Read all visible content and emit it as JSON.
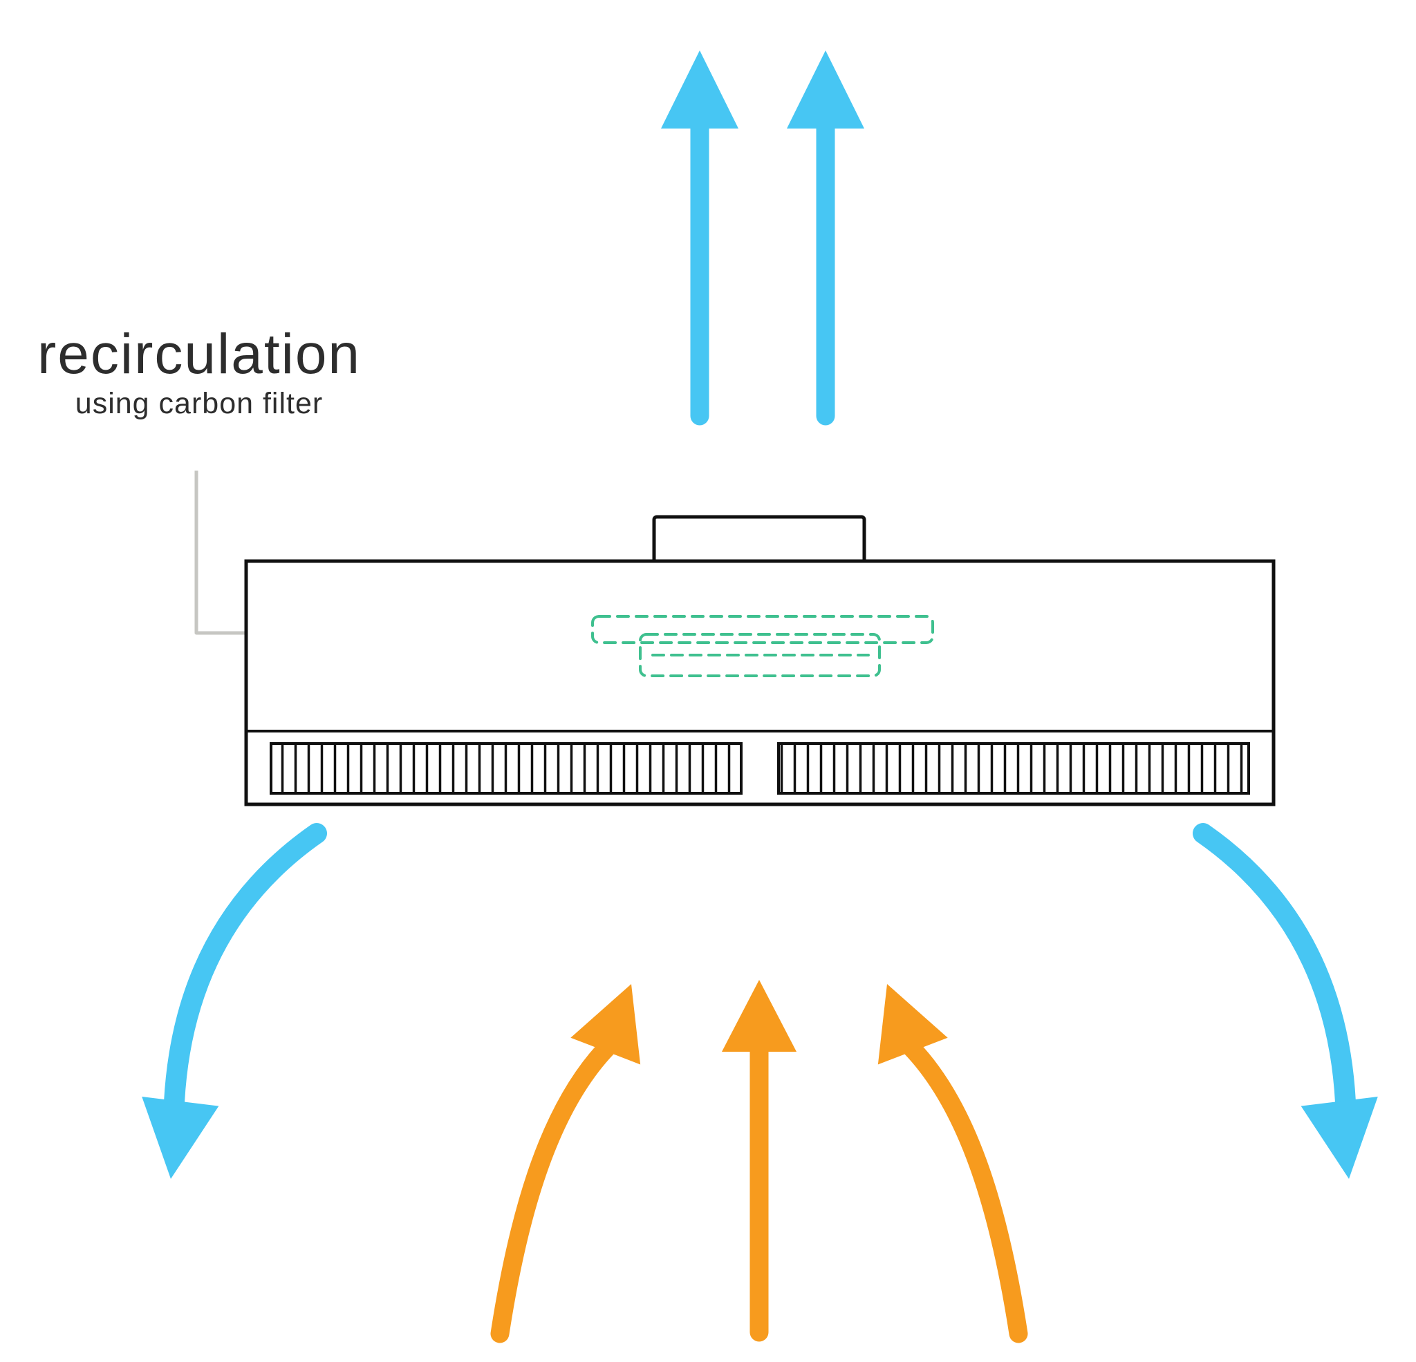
{
  "title": {
    "heading": "recirculation",
    "subheading": "using carbon filter"
  },
  "colors": {
    "exhaust_blue": "#47C6F3",
    "intake_orange": "#F79B1E",
    "filter_green": "#3FC08F",
    "outline": "#101010",
    "leader_gray": "#C6C6C2",
    "text": "#2D2D2D",
    "background": "#FFFFFF"
  },
  "diagram": {
    "recirculated_air_arrows_up": 2,
    "recirculated_air_arrows_sides": 2,
    "intake_air_arrows_up": 3,
    "filter_layers_dashed": 2,
    "grille_sections": 2
  }
}
